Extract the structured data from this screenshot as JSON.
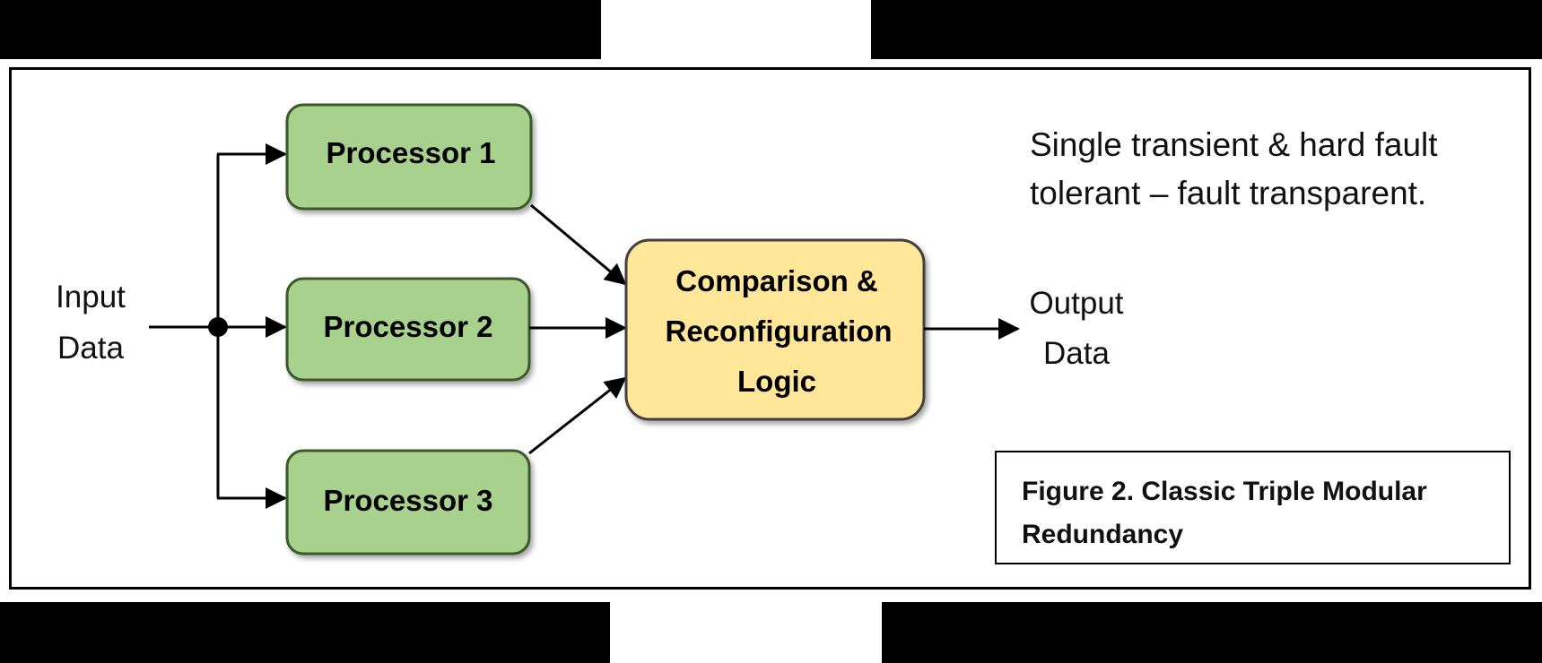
{
  "nodes": {
    "processor1": "Processor 1",
    "processor2": "Processor 2",
    "processor3": "Processor 3",
    "logic_line1": "Comparison &",
    "logic_line2": "Reconfiguration",
    "logic_line3": "Logic"
  },
  "io": {
    "input_line1": "Input",
    "input_line2": "Data",
    "output_line1": "Output",
    "output_line2": "Data"
  },
  "note": {
    "line1": "Single transient & hard fault",
    "line2": "tolerant – fault transparent."
  },
  "caption": {
    "text": "Figure 2.  Classic Triple Modular Redundancy"
  },
  "colors": {
    "processor_fill": "#a9d18e",
    "processor_stroke": "#3a5a2b",
    "logic_fill": "#ffe699",
    "logic_stroke": "#3f3f3f",
    "line": "#000000"
  }
}
